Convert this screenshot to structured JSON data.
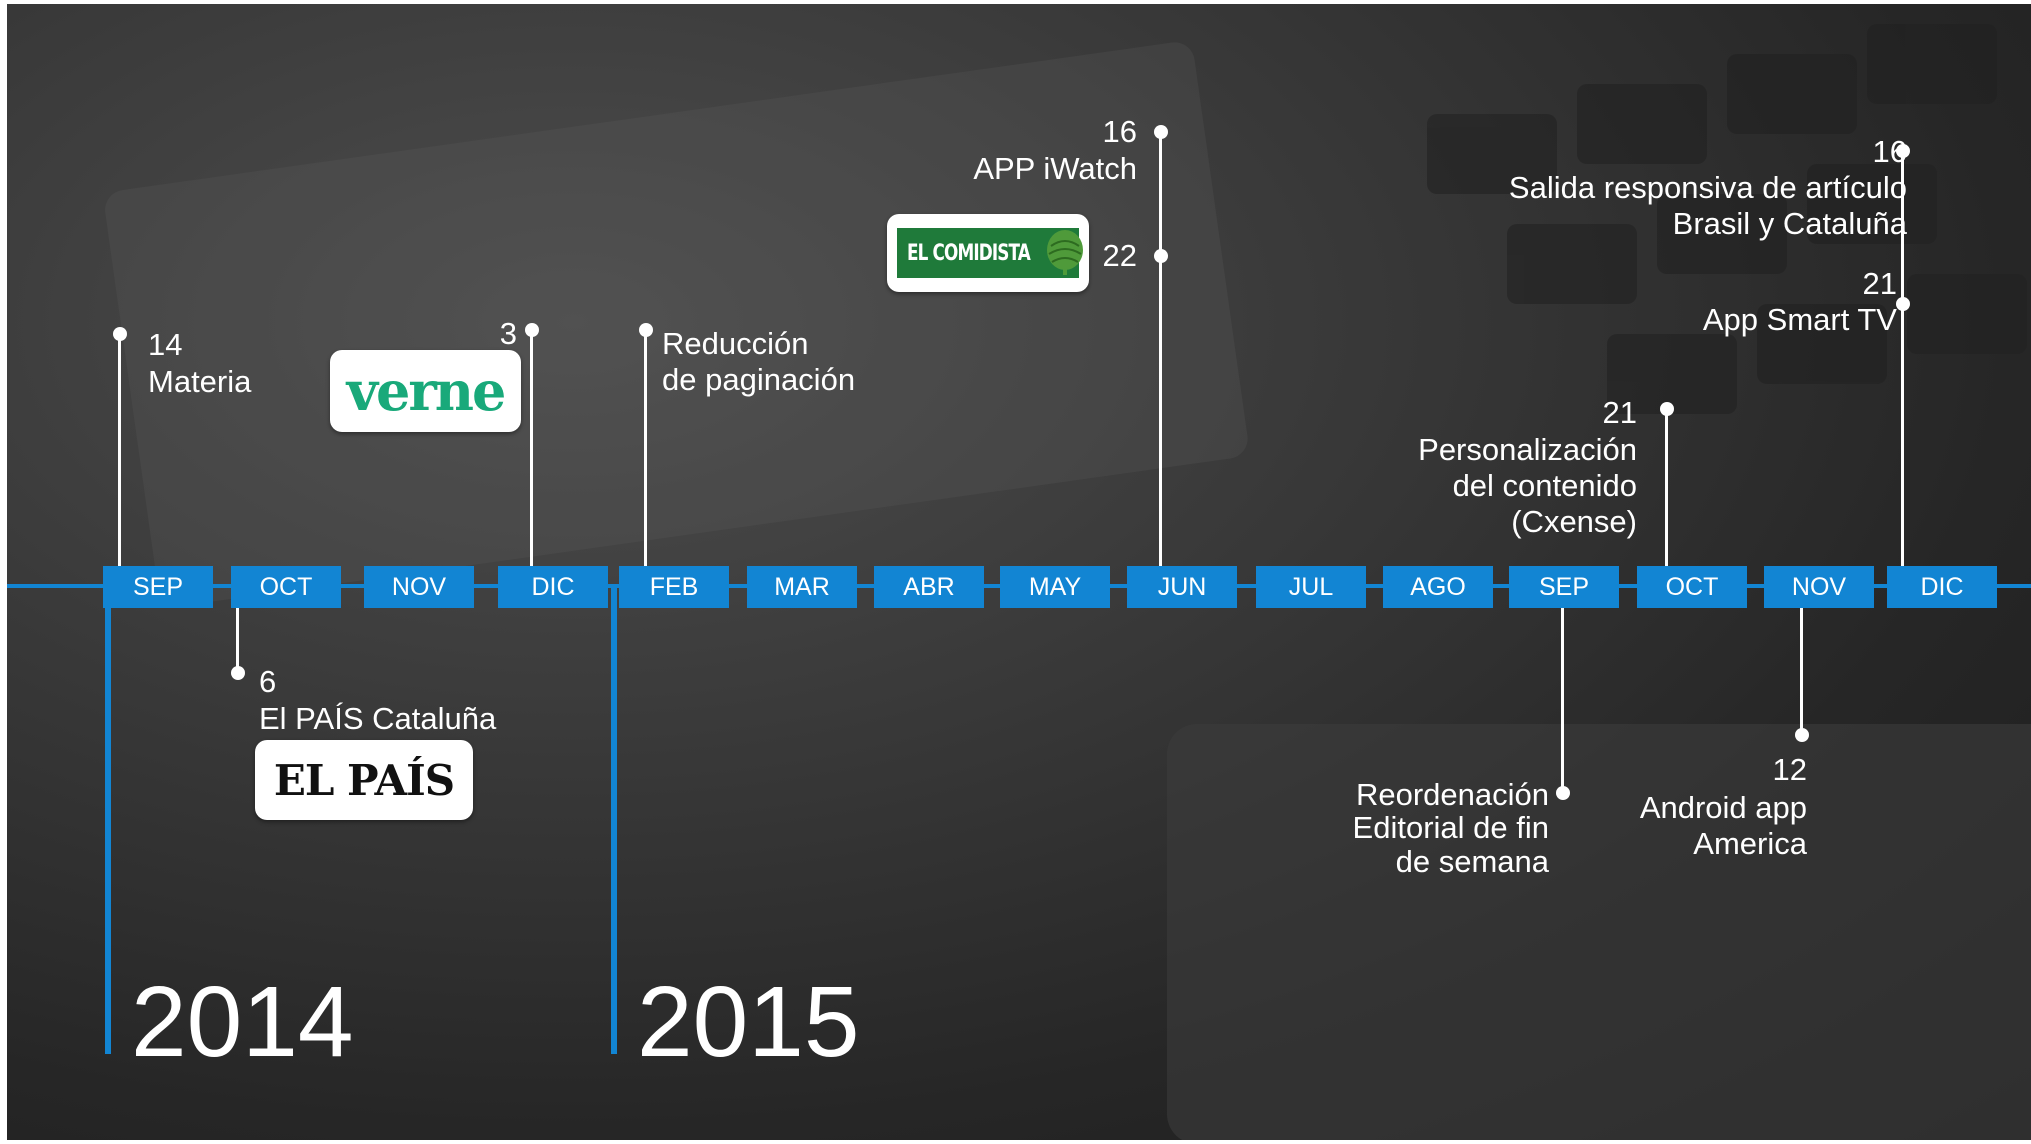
{
  "colors": {
    "accent": "#1285d3",
    "background": "#2d2d2d",
    "text": "#ffffff",
    "comidista_green": "#1f7a3a",
    "verne_green": "#19a97a"
  },
  "years": [
    "2014",
    "2015"
  ],
  "months": [
    "SEP",
    "OCT",
    "NOV",
    "DIC",
    "FEB",
    "MAR",
    "ABR",
    "MAY",
    "JUN",
    "JUL",
    "AGO",
    "SEP",
    "OCT",
    "NOV",
    "DIC"
  ],
  "events": {
    "materia": {
      "day": "14",
      "label": "Materia"
    },
    "catalunya": {
      "day": "6",
      "label": "El PAÍS Cataluña"
    },
    "verne": {
      "day": "3"
    },
    "paginacion": {
      "line1": "Reducción",
      "line2": "de paginación"
    },
    "iwatch": {
      "day": "16",
      "label": "APP iWatch"
    },
    "comidista": {
      "day": "22"
    },
    "reordenacion": {
      "line1": "Reordenación",
      "line2": "Editorial de fin",
      "line3": "de semana"
    },
    "cxense": {
      "day": "21",
      "line1": "Personalización",
      "line2": "del contenido",
      "line3": "(Cxense)"
    },
    "android": {
      "day": "12",
      "line1": "Android app",
      "line2": "America"
    },
    "smarttv": {
      "day": "21",
      "label": "App Smart TV"
    },
    "responsiva": {
      "day": "16",
      "line1": "Salida responsiva de artículo",
      "line2": "Brasil y Cataluña"
    }
  },
  "logos": {
    "verne": "verne",
    "elpais": "EL PAÍS",
    "comidista": "EL COMIDISTA",
    "comidista_icon": "artichoke-icon"
  }
}
